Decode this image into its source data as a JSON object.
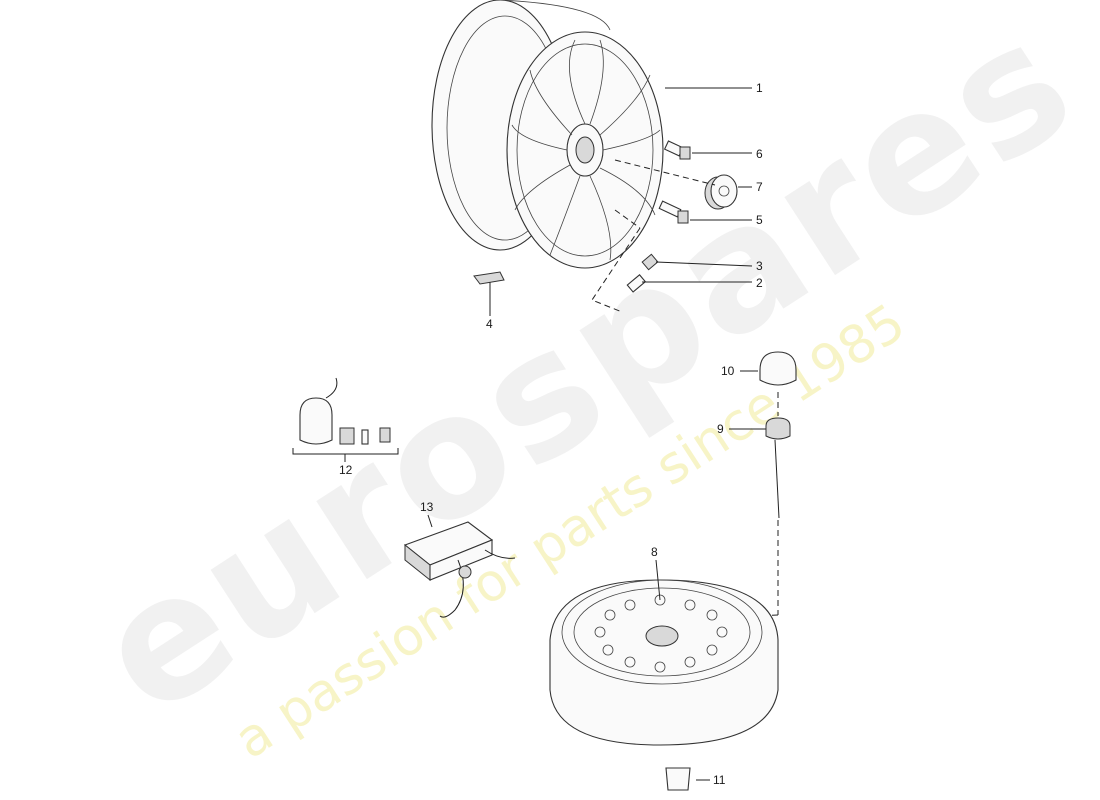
{
  "watermark": {
    "brand": "eurospares",
    "tagline": "a passion for parts since 1985"
  },
  "callouts": [
    "1",
    "2",
    "3",
    "4",
    "5",
    "6",
    "7",
    "8",
    "9",
    "10",
    "11",
    "12",
    "13"
  ]
}
